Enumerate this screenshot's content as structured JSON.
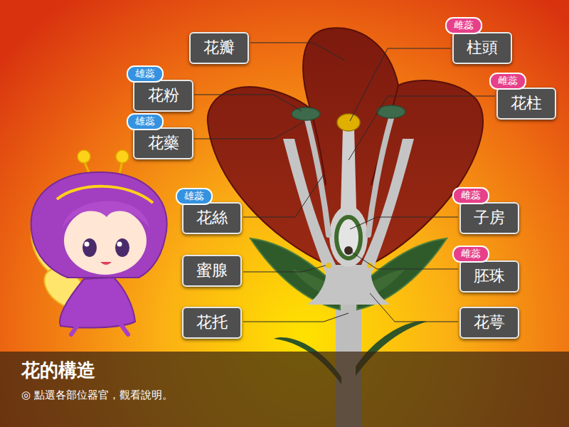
{
  "diagram": {
    "title": "花的構造",
    "caption": "◎ 點選各部位器官，觀看說明。",
    "nodes": [
      {
        "text": [
          "花瓣"
        ]
      },
      {
        "text": [
          "雄蕊"
        ]
      },
      {
        "text": [
          "花粉"
        ]
      },
      {
        "text": [
          "雄蕊"
        ]
      },
      {
        "text": [
          "花藥"
        ]
      },
      {
        "text": [
          "雄蕊"
        ]
      },
      {
        "text": [
          "花絲"
        ]
      },
      {
        "text": [
          "蜜腺"
        ]
      },
      {
        "text": [
          "花托"
        ]
      },
      {
        "text": [
          "雌蕊"
        ]
      },
      {
        "text": [
          "柱頭"
        ]
      },
      {
        "text": [
          "雌蕊"
        ]
      },
      {
        "text": [
          "花柱"
        ]
      },
      {
        "text": [
          "雌蕊"
        ]
      },
      {
        "text": [
          "子房"
        ]
      },
      {
        "text": [
          "雌蕊"
        ]
      },
      {
        "text": [
          "胚珠"
        ]
      },
      {
        "text": [
          "花萼"
        ]
      }
    ]
  }
}
